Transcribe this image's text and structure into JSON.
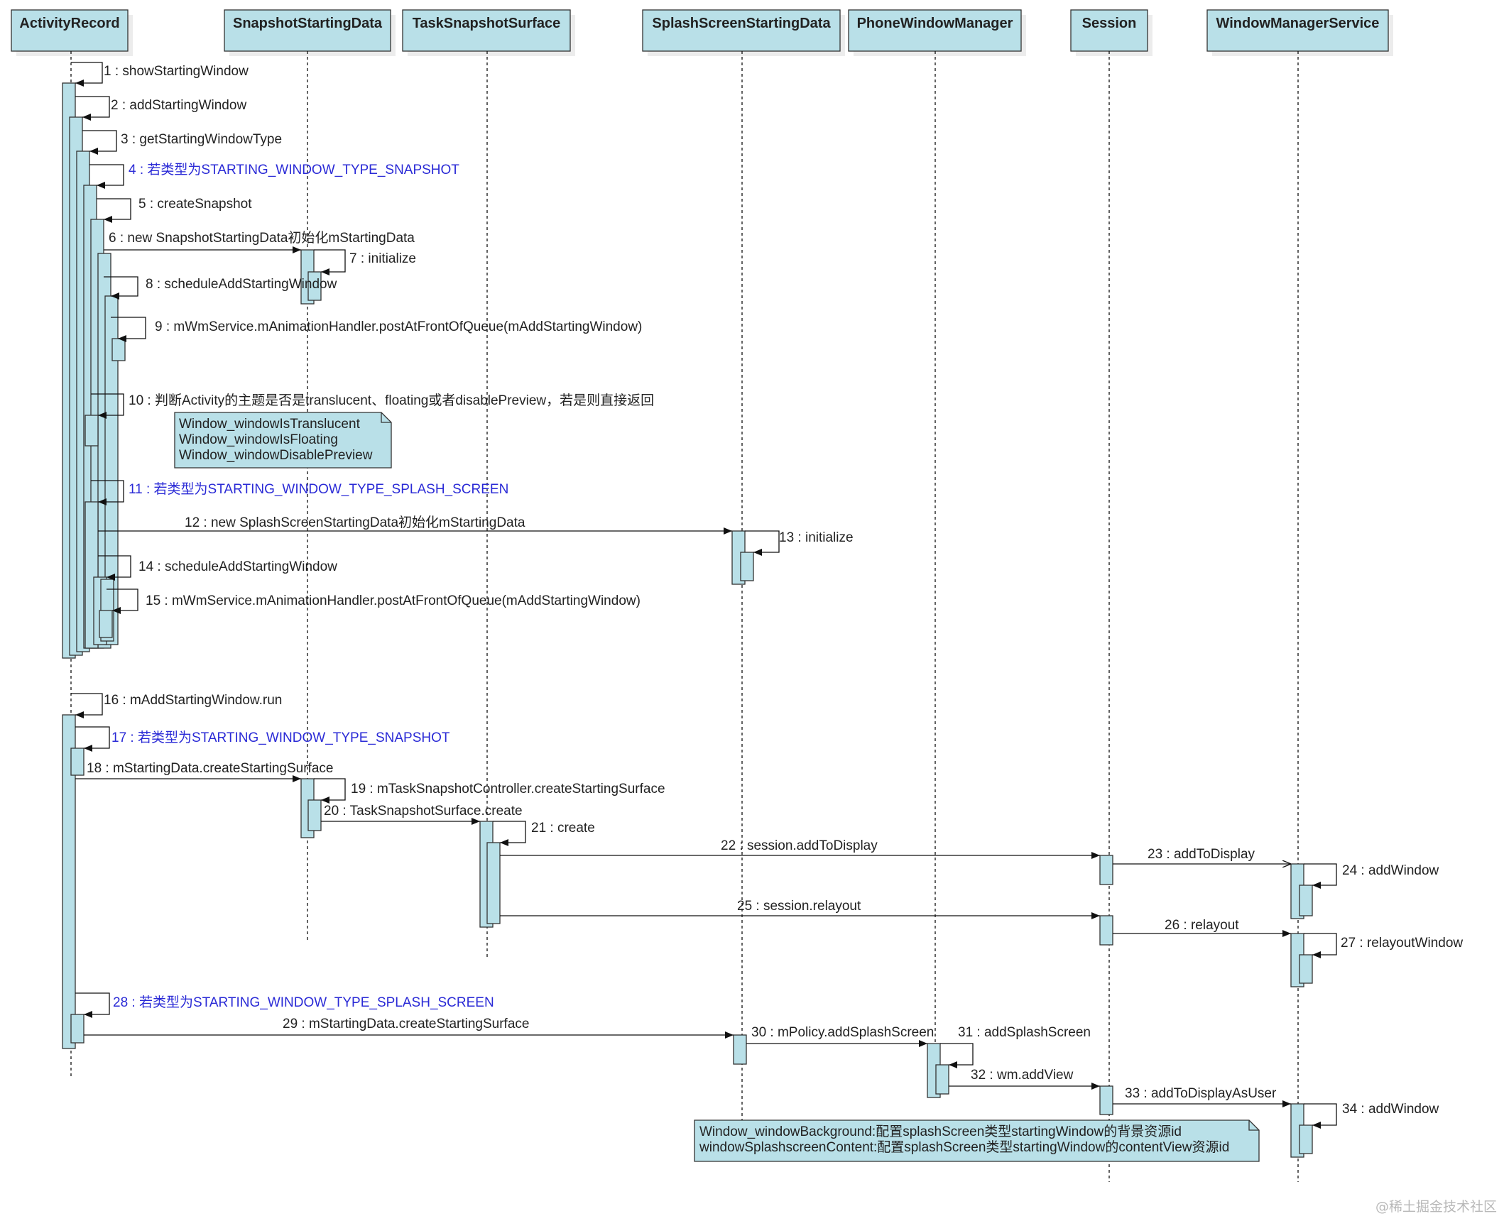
{
  "colors": {
    "box_fill": "#b9e0e8",
    "box_stroke": "#333333",
    "line": "#111111",
    "text": "#222222",
    "condition_text": "#2a2ad6",
    "shadow": "#ececec",
    "watermark": "#b8b8b8"
  },
  "lifelines": [
    {
      "id": "ar",
      "name": "ActivityRecord"
    },
    {
      "id": "ssd",
      "name": "SnapshotStartingData"
    },
    {
      "id": "tss",
      "name": "TaskSnapshotSurface"
    },
    {
      "id": "sps",
      "name": "SplashScreenStartingData"
    },
    {
      "id": "pwm",
      "name": "PhoneWindowManager"
    },
    {
      "id": "ses",
      "name": "Session"
    },
    {
      "id": "wms",
      "name": "WindowManagerService"
    }
  ],
  "messages": [
    {
      "n": 1,
      "text": "1 : showStartingWindow"
    },
    {
      "n": 2,
      "text": "2 : addStartingWindow"
    },
    {
      "n": 3,
      "text": "3 : getStartingWindowType"
    },
    {
      "n": 4,
      "text": "4 : 若类型为STARTING_WINDOW_TYPE_SNAPSHOT",
      "condition": true
    },
    {
      "n": 5,
      "text": "5 : createSnapshot"
    },
    {
      "n": 6,
      "text": "6 : new SnapshotStartingData初始化mStartingData"
    },
    {
      "n": 7,
      "text": "7 : initialize"
    },
    {
      "n": 8,
      "text": "8 : scheduleAddStartingWindow"
    },
    {
      "n": 9,
      "text": "9 : mWmService.mAnimationHandler.postAtFrontOfQueue(mAddStartingWindow)"
    },
    {
      "n": 10,
      "text": "10 : 判断Activity的主题是否是translucent、floating或者disablePreview，若是则直接返回"
    },
    {
      "n": 11,
      "text": "11 : 若类型为STARTING_WINDOW_TYPE_SPLASH_SCREEN",
      "condition": true
    },
    {
      "n": 12,
      "text": "12 : new SplashScreenStartingData初始化mStartingData"
    },
    {
      "n": 13,
      "text": "13 : initialize"
    },
    {
      "n": 14,
      "text": "14 : scheduleAddStartingWindow"
    },
    {
      "n": 15,
      "text": "15 : mWmService.mAnimationHandler.postAtFrontOfQueue(mAddStartingWindow)"
    },
    {
      "n": 16,
      "text": "16 : mAddStartingWindow.run"
    },
    {
      "n": 17,
      "text": "17 : 若类型为STARTING_WINDOW_TYPE_SNAPSHOT",
      "condition": true
    },
    {
      "n": 18,
      "text": "18 : mStartingData.createStartingSurface"
    },
    {
      "n": 19,
      "text": "19 : mTaskSnapshotController.createStartingSurface"
    },
    {
      "n": 20,
      "text": "20 : TaskSnapshotSurface.create"
    },
    {
      "n": 21,
      "text": "21 : create"
    },
    {
      "n": 22,
      "text": "22 : session.addToDisplay"
    },
    {
      "n": 23,
      "text": "23 : addToDisplay"
    },
    {
      "n": 24,
      "text": "24 : addWindow"
    },
    {
      "n": 25,
      "text": "25 : session.relayout"
    },
    {
      "n": 26,
      "text": "26 : relayout"
    },
    {
      "n": 27,
      "text": "27 : relayoutWindow"
    },
    {
      "n": 28,
      "text": "28 : 若类型为STARTING_WINDOW_TYPE_SPLASH_SCREEN",
      "condition": true
    },
    {
      "n": 29,
      "text": "29 : mStartingData.createStartingSurface"
    },
    {
      "n": 30,
      "text": "30 : mPolicy.addSplashScreen"
    },
    {
      "n": 31,
      "text": "31 : addSplashScreen"
    },
    {
      "n": 32,
      "text": "32 : wm.addView"
    },
    {
      "n": 33,
      "text": "33 : addToDisplayAsUser"
    },
    {
      "n": 34,
      "text": "34 : addWindow"
    }
  ],
  "notes": [
    {
      "id": "theme-attrs",
      "lines": [
        "Window_windowIsTranslucent",
        "Window_windowIsFloating",
        "Window_windowDisablePreview"
      ]
    },
    {
      "id": "splash-attrs",
      "lines": [
        "Window_windowBackground:配置splashScreen类型startingWindow的背景资源id",
        "windowSplashscreenContent:配置splashScreen类型startingWindow的contentView资源id"
      ]
    }
  ],
  "watermark": "@稀土掘金技术社区"
}
